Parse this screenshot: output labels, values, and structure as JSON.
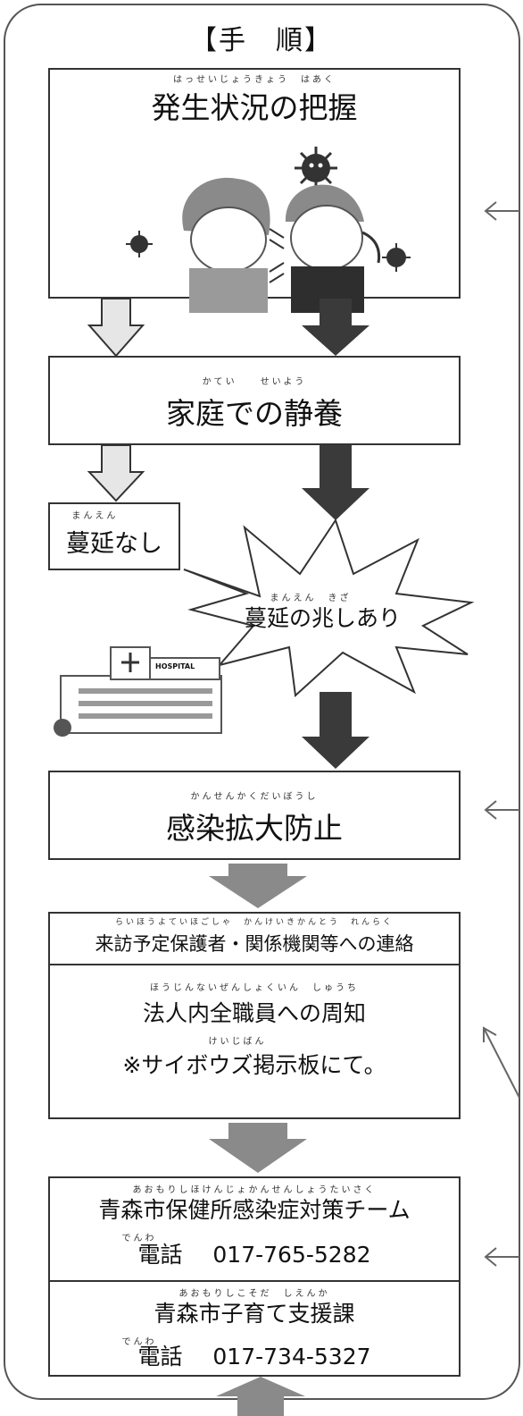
{
  "title": "【手　順】",
  "steps": {
    "step1": {
      "label": "発生状況の把握",
      "reading": "はっせいじょうきょう　はあく"
    },
    "step2": {
      "label": "家庭での静養",
      "reading": "かてい　　せいよう"
    },
    "no_spread": {
      "label": "蔓延なし",
      "reading": "まんえん"
    },
    "spread": {
      "label": "蔓延の兆しあり",
      "reading": "まんえん　きざ"
    },
    "step3": {
      "label": "感染拡大防止",
      "reading": "かんせんかくだいぼうし"
    },
    "contact": {
      "label": "来訪予定保護者・関係機関等への連絡",
      "reading": "らいほうよていほごしゃ　かんけいきかんとう　れんらく"
    },
    "notice": {
      "line1": "法人内全職員への周知",
      "line1_reading": "ほうじんないぜんしょくいん　しゅうち",
      "line2": "※サイボウズ掲示板にて。",
      "line2_reading": "けいじばん"
    },
    "health_center": {
      "name": "青森市保健所感染症対策チーム",
      "name_reading": "あおもりしほけんじょかんせんしょうたいさく",
      "phone_label": "電話",
      "phone_reading": "でんわ",
      "phone": "017-765-5282"
    },
    "childcare": {
      "name": "青森市子育て支援課",
      "name_reading": "あおもりしこそだ　しえんか",
      "phone_label": "電話",
      "phone_reading": "でんわ",
      "phone": "017-734-5327"
    }
  },
  "hospital_sign": "HOSPITAL",
  "colors": {
    "dark_arrow": "#3a3a3a",
    "light_arrow": "#e6e6e6",
    "mid_arrow": "#8a8a8a",
    "border": "#333333"
  }
}
